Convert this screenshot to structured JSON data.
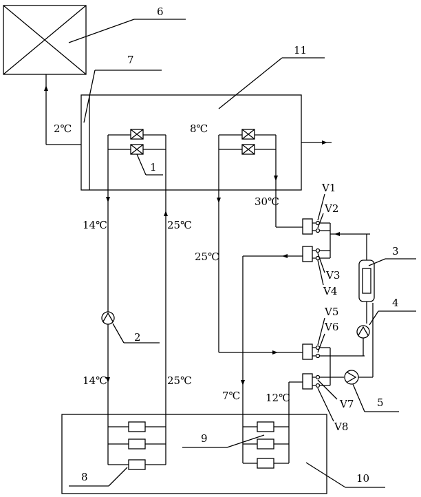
{
  "callouts": {
    "c1": "1",
    "c2": "2",
    "c3": "3",
    "c4": "4",
    "c5": "5",
    "c6": "6",
    "c7": "7",
    "c8": "8",
    "c9": "9",
    "c10": "10",
    "c11": "11"
  },
  "valves": {
    "v1": "V1",
    "v2": "V2",
    "v3": "V3",
    "v4": "V4",
    "v5": "V5",
    "v6": "V6",
    "v7": "V7",
    "v8": "V8"
  },
  "temps": {
    "t_2c": "2℃",
    "t_8c": "8℃",
    "t_30c": "30℃",
    "t_14c_top": "14℃",
    "t_25c_top": "25℃",
    "t_25c_mid": "25℃",
    "t_14c_bottom": "14℃",
    "t_25c_bottom": "25℃",
    "t_7c": "7℃",
    "t_12c": "12℃"
  }
}
